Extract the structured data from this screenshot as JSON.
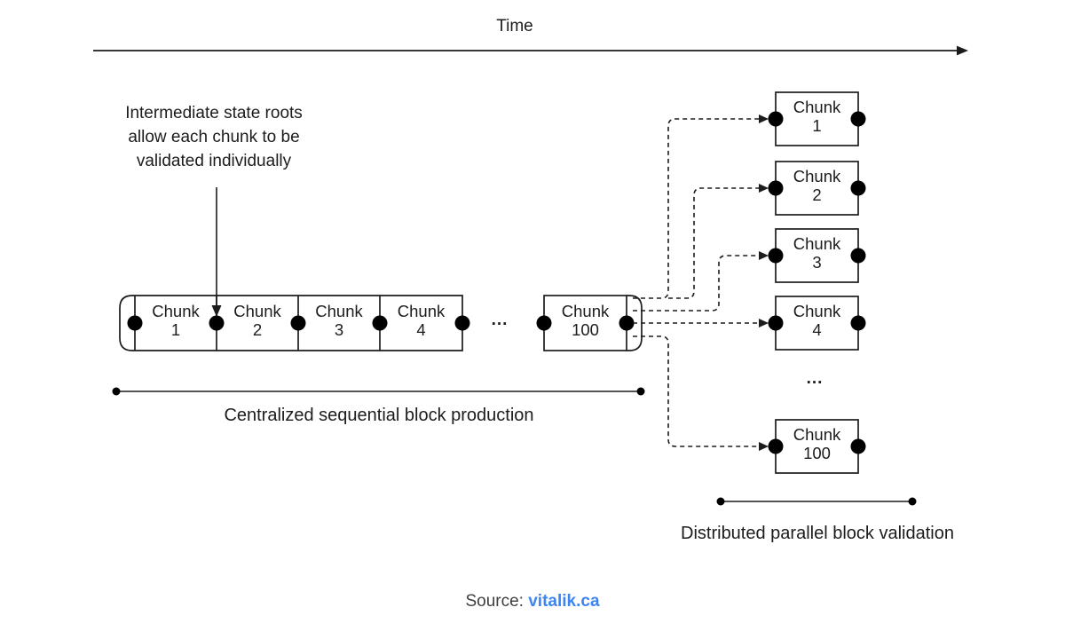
{
  "axis": {
    "label": "Time"
  },
  "annotation": {
    "line1": "Intermediate state roots",
    "line2": "allow each chunk to be",
    "line3": "validated individually"
  },
  "sequential": {
    "cells": [
      {
        "name": "Chunk",
        "num": "1"
      },
      {
        "name": "Chunk",
        "num": "2"
      },
      {
        "name": "Chunk",
        "num": "3"
      },
      {
        "name": "Chunk",
        "num": "4"
      }
    ],
    "ellipsis": "...",
    "last": {
      "name": "Chunk",
      "num": "100"
    },
    "caption": "Centralized sequential block production"
  },
  "parallel": {
    "boxes": [
      {
        "name": "Chunk",
        "num": "1"
      },
      {
        "name": "Chunk",
        "num": "2"
      },
      {
        "name": "Chunk",
        "num": "3"
      },
      {
        "name": "Chunk",
        "num": "4"
      }
    ],
    "ellipsis": "...",
    "last": {
      "name": "Chunk",
      "num": "100"
    },
    "caption": "Distributed parallel block validation"
  },
  "source": {
    "prefix": "Source:",
    "link_text": "vitalik.ca"
  },
  "colors": {
    "ink": "#1c1c1c",
    "dot": "#000000",
    "link": "#3d85f2",
    "background": "#ffffff"
  }
}
